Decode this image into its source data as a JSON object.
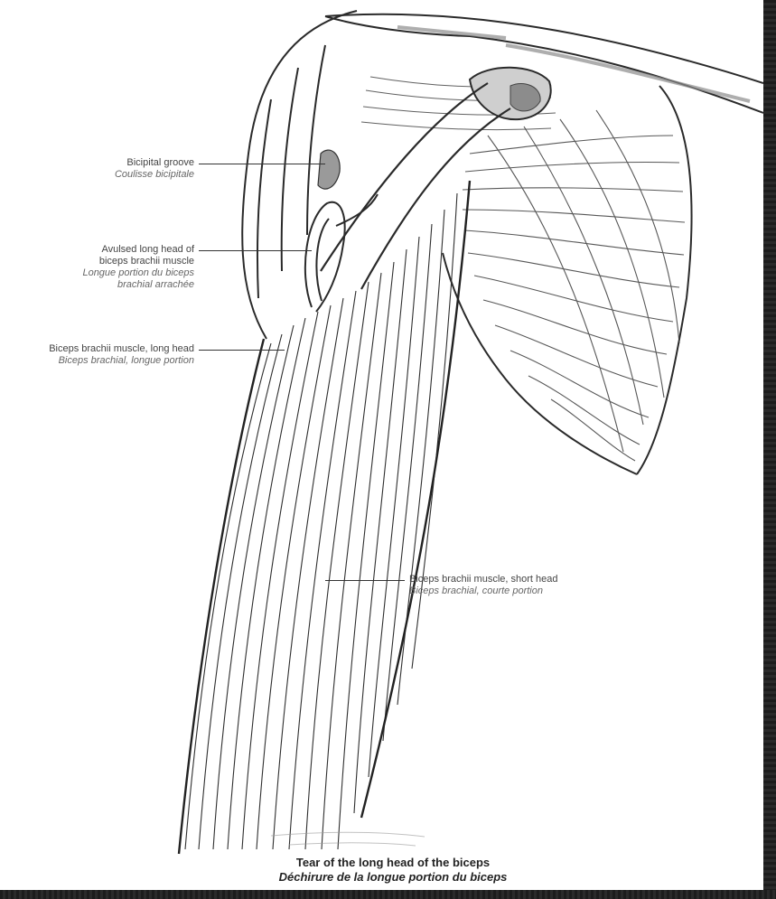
{
  "labels": {
    "bicipital_groove": {
      "en": "Bicipital groove",
      "fr": "Coulisse bicipitale"
    },
    "avulsed_long_head": {
      "en1": "Avulsed long head of",
      "en2": "biceps brachii muscle",
      "fr1": "Longue portion du biceps",
      "fr2": "brachial arrachée"
    },
    "long_head": {
      "en": "Biceps brachii muscle, long head",
      "fr": "Biceps brachial, longue portion"
    },
    "short_head": {
      "en": "Biceps brachii muscle, short head",
      "fr": "Biceps brachial, courte portion"
    }
  },
  "caption": {
    "en": "Tear of the long head of the biceps",
    "fr": "Déchirure de la longue portion du biceps"
  },
  "colors": {
    "ink": "#2a2a2a",
    "shade": "#8c8c8c",
    "frame": "#1a1a1a"
  }
}
